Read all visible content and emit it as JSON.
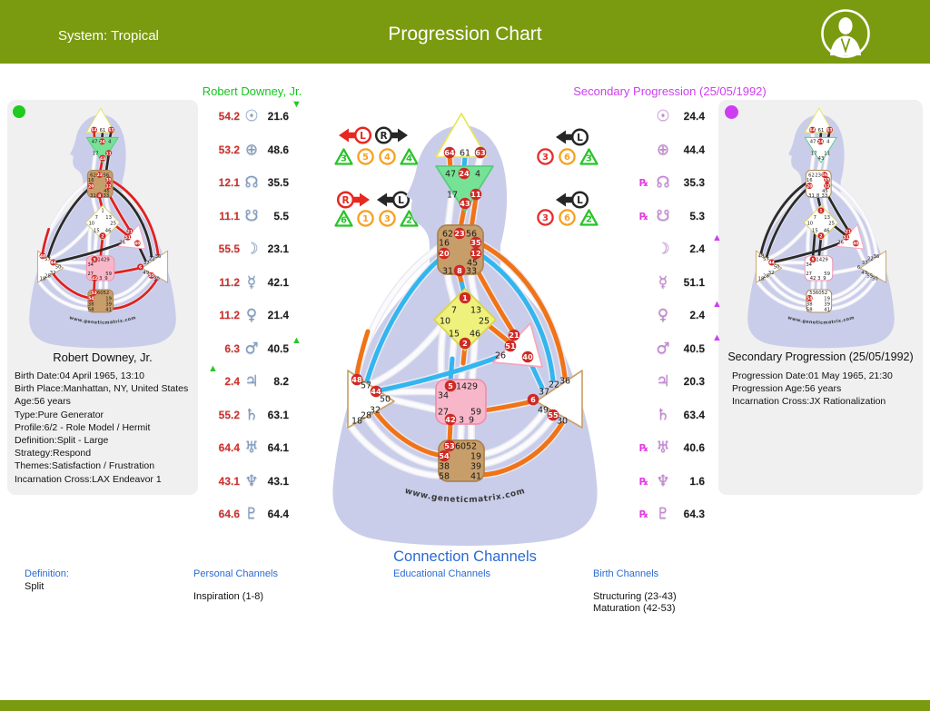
{
  "header": {
    "system_label": "System: Tropical",
    "title": "Progression Chart"
  },
  "titles": {
    "left": "Robert Downey, Jr.",
    "right": "Secondary Progression (25/05/1992)"
  },
  "left_panel": {
    "name": "Robert Downey, Jr.",
    "info": [
      "Birth Date:04 April 1965, 13:10",
      "Birth Place:Manhattan, NY, United States",
      "Age:56  years",
      "Type:Pure Generator",
      "Profile:6/2 - Role Model / Hermit",
      "Definition:Split - Large",
      "Strategy:Respond",
      "Themes:Satisfaction / Frustration",
      "Incarnation Cross:LAX Endeavor 1"
    ]
  },
  "right_panel": {
    "name": "Secondary Progression (25/05/1992)",
    "info": [
      "Progression Date:01 May 1965, 21:30",
      "Progression Age:56  years",
      "Incarnation Cross:JX Rationalization"
    ]
  },
  "glyph_map": {
    "sun": "☉",
    "earth": "⊕",
    "nnode": "☊",
    "snode": "☋",
    "moon": "☽",
    "mercury": "☿",
    "venus": "♀",
    "mars": "♂",
    "jupiter": "♃",
    "saturn": "♄",
    "uranus": "♅",
    "neptune": "♆",
    "pluto": "♇",
    "retrograde": "℞",
    "up_triangle": "▲",
    "down_triangle": "▼"
  },
  "planets_left": {
    "rows": [
      {
        "design": "54.2",
        "glyph": "sun",
        "personality": "21.6",
        "marker": {
          "side": "right",
          "dir": "down"
        }
      },
      {
        "design": "53.2",
        "glyph": "earth",
        "personality": "48.6"
      },
      {
        "design": "12.1",
        "glyph": "nnode",
        "personality": "35.5"
      },
      {
        "design": "11.1",
        "glyph": "snode",
        "personality": "5.5"
      },
      {
        "design": "55.5",
        "glyph": "moon",
        "personality": "23.1"
      },
      {
        "design": "11.2",
        "glyph": "mercury",
        "personality": "42.1"
      },
      {
        "design": "11.2",
        "glyph": "venus",
        "personality": "21.4"
      },
      {
        "design": "6.3",
        "glyph": "mars",
        "personality": "40.5",
        "marker": {
          "side": "right",
          "dir": "up"
        }
      },
      {
        "design": "2.4",
        "glyph": "jupiter",
        "personality": "8.2",
        "marker": {
          "side": "left",
          "dir": "up"
        }
      },
      {
        "design": "55.2",
        "glyph": "saturn",
        "personality": "63.1"
      },
      {
        "design": "64.4",
        "glyph": "uranus",
        "personality": "64.1"
      },
      {
        "design": "43.1",
        "glyph": "neptune",
        "personality": "43.1"
      },
      {
        "design": "64.6",
        "glyph": "pluto",
        "personality": "64.4"
      }
    ]
  },
  "planets_right": {
    "rows": [
      {
        "glyph": "sun",
        "value": "24.4"
      },
      {
        "glyph": "earth",
        "value": "44.4"
      },
      {
        "glyph": "nnode",
        "value": "35.3",
        "retro": true
      },
      {
        "glyph": "snode",
        "value": "5.3",
        "retro": true
      },
      {
        "glyph": "moon",
        "value": "2.4",
        "marker": {
          "dir": "up"
        }
      },
      {
        "glyph": "mercury",
        "value": "51.1"
      },
      {
        "glyph": "venus",
        "value": "2.4",
        "marker": {
          "dir": "up"
        }
      },
      {
        "glyph": "mars",
        "value": "40.5",
        "marker": {
          "dir": "up"
        }
      },
      {
        "glyph": "jupiter",
        "value": "20.3"
      },
      {
        "glyph": "saturn",
        "value": "63.4"
      },
      {
        "glyph": "uranus",
        "value": "40.6",
        "retro": true
      },
      {
        "glyph": "neptune",
        "value": "1.6",
        "retro": true
      },
      {
        "glyph": "pluto",
        "value": "64.3",
        "retro": true
      }
    ]
  },
  "variables": {
    "left_top": {
      "arrows": [
        {
          "letter": "L",
          "dir": "left",
          "color": "red"
        },
        {
          "letter": "R",
          "dir": "right",
          "color": "black"
        }
      ],
      "badges": [
        {
          "shape": "triangle",
          "color": "green",
          "value": "3"
        },
        {
          "shape": "circle",
          "color": "orange",
          "value": "5"
        },
        {
          "shape": "circle",
          "color": "orange",
          "value": "4"
        },
        {
          "shape": "triangle",
          "color": "green",
          "value": "4"
        }
      ]
    },
    "left_bottom": {
      "arrows": [
        {
          "letter": "R",
          "dir": "right",
          "color": "red"
        },
        {
          "letter": "L",
          "dir": "left",
          "color": "black"
        }
      ],
      "badges": [
        {
          "shape": "triangle",
          "color": "green",
          "value": "6"
        },
        {
          "shape": "circle",
          "color": "orange",
          "value": "1"
        },
        {
          "shape": "circle",
          "color": "orange",
          "value": "3"
        },
        {
          "shape": "triangle",
          "color": "green",
          "value": "2"
        }
      ]
    },
    "right_top": {
      "arrows": [
        {
          "letter": "L",
          "dir": "left",
          "color": "black"
        }
      ],
      "badges": [
        {
          "shape": "circle",
          "color": "red",
          "value": "3"
        },
        {
          "shape": "circle",
          "color": "orange",
          "value": "6"
        },
        {
          "shape": "triangle",
          "color": "green",
          "value": "3"
        }
      ]
    },
    "right_bottom": {
      "arrows": [
        {
          "letter": "L",
          "dir": "left",
          "color": "black"
        }
      ],
      "badges": [
        {
          "shape": "circle",
          "color": "red",
          "value": "3"
        },
        {
          "shape": "circle",
          "color": "orange",
          "value": "6"
        },
        {
          "shape": "triangle",
          "color": "green",
          "value": "2"
        }
      ]
    }
  },
  "bodygraph": {
    "watermark": "www.geneticmatrix.com",
    "gates": {
      "head": [
        "64",
        "61",
        "63"
      ],
      "ajna": [
        "47",
        "24",
        "4",
        "17",
        "11",
        "43"
      ],
      "throat": [
        "62",
        "23",
        "56",
        "16",
        "35",
        "20",
        "12",
        "45",
        "31",
        "8",
        "33"
      ],
      "g": [
        "1",
        "7",
        "13",
        "10",
        "25",
        "15",
        "46",
        "2"
      ],
      "heart": [
        "21",
        "51",
        "26",
        "40"
      ],
      "spleen": [
        "48",
        "57",
        "44",
        "50",
        "32",
        "28",
        "18"
      ],
      "sacral": [
        "5",
        "14",
        "29",
        "34",
        "27",
        "59",
        "42",
        "3",
        "9"
      ],
      "solar": [
        "22",
        "36",
        "37",
        "6",
        "49",
        "55",
        "30"
      ],
      "root": [
        "53",
        "60",
        "52",
        "54",
        "19",
        "38",
        "39",
        "58",
        "41"
      ]
    },
    "charts": {
      "big": {
        "fills": {
          "head": false,
          "ajna": true,
          "throat": true,
          "g": true,
          "heart": false,
          "spleen": false,
          "sacral": true,
          "solar": false,
          "root": true
        },
        "red_gates": [
          "64",
          "63",
          "24",
          "11",
          "43",
          "23",
          "35",
          "20",
          "12",
          "8",
          "1",
          "2",
          "21",
          "51",
          "40",
          "48",
          "44",
          "5",
          "42",
          "6",
          "55",
          "53",
          "54"
        ],
        "channels": {
          "orange": [
            "64-47",
            "43-23",
            "11-56",
            "1-8a",
            "2-14a",
            "16-48b",
            "35-36",
            "21-45",
            "25-51",
            "42-53",
            "6-59",
            "32-54",
            "30-41"
          ],
          "cyan": [
            "61-24",
            "1-8b",
            "5-15b",
            "20-57",
            "12-22",
            "26-44",
            "40-37"
          ]
        }
      },
      "left_mini": {
        "fills": {
          "head": false,
          "ajna": true,
          "throat": true,
          "g": false,
          "heart": false,
          "spleen": false,
          "sacral": true,
          "solar": false,
          "root": true
        },
        "red_gates": [
          "64",
          "63",
          "24",
          "11",
          "43",
          "23",
          "35",
          "20",
          "12",
          "8",
          "2",
          "21",
          "51",
          "40",
          "48",
          "44",
          "5",
          "42",
          "6",
          "55",
          "53",
          "54"
        ],
        "channels": {
          "red": [
            "64-47",
            "43-23",
            "1-8a",
            "1-8b",
            "2-14a",
            "2-14b",
            "16-48b",
            "35-36",
            "21-45",
            "25-51",
            "42-53",
            "6-59",
            "32-54",
            "30-41"
          ],
          "black": [
            "61-24",
            "63-4",
            "20-57",
            "12-22",
            "26-44",
            "40-37",
            "11-56"
          ]
        }
      },
      "right_mini": {
        "fills": {
          "head": false,
          "ajna": false,
          "throat": false,
          "g": false,
          "heart": false,
          "spleen": false,
          "sacral": false,
          "solar": false,
          "root": false
        },
        "red_gates": [
          "64",
          "63",
          "24",
          "56",
          "20",
          "12",
          "1",
          "2",
          "21",
          "51",
          "40",
          "5",
          "44",
          "54",
          "35"
        ],
        "channels": {
          "black": [
            "61-24",
            "63-4",
            "16-48",
            "21-45",
            "1-8a",
            "1-8b",
            "25-51",
            "2-14a",
            "2-14b",
            "26-44",
            "5-15a",
            "5-15b",
            "20-57"
          ]
        }
      }
    }
  },
  "connection": {
    "title": "Connection Channels",
    "definition_label": "Definition:",
    "definition_value": "Split",
    "personal_label": "Personal Channels",
    "personal_items": [
      "Inspiration (1-8)"
    ],
    "educational_label": "Educational Channels",
    "educational_items": [],
    "birth_label": "Birth Channels",
    "birth_items": [
      "Structuring (23-43)",
      "Maturation (42-53)"
    ]
  },
  "colors": {
    "header": "#7a9b0f",
    "green": "#1ecb1e",
    "magenta": "#cf3df2",
    "orange": "#f07317",
    "cyan": "#33b5ef",
    "red": "#e02020",
    "black": "#2a2a2a",
    "red_text": "#cf2f2b",
    "glyph_blue": "#7d9bc2",
    "glyph_purple": "#c583d6",
    "badge_green": "#27c427",
    "badge_orange": "#f7a01e",
    "badge_red": "#e62b2b",
    "gate_red": "#ce2a26",
    "silhouette": "#c9cdea",
    "link_blue": "#2a6ad4"
  }
}
